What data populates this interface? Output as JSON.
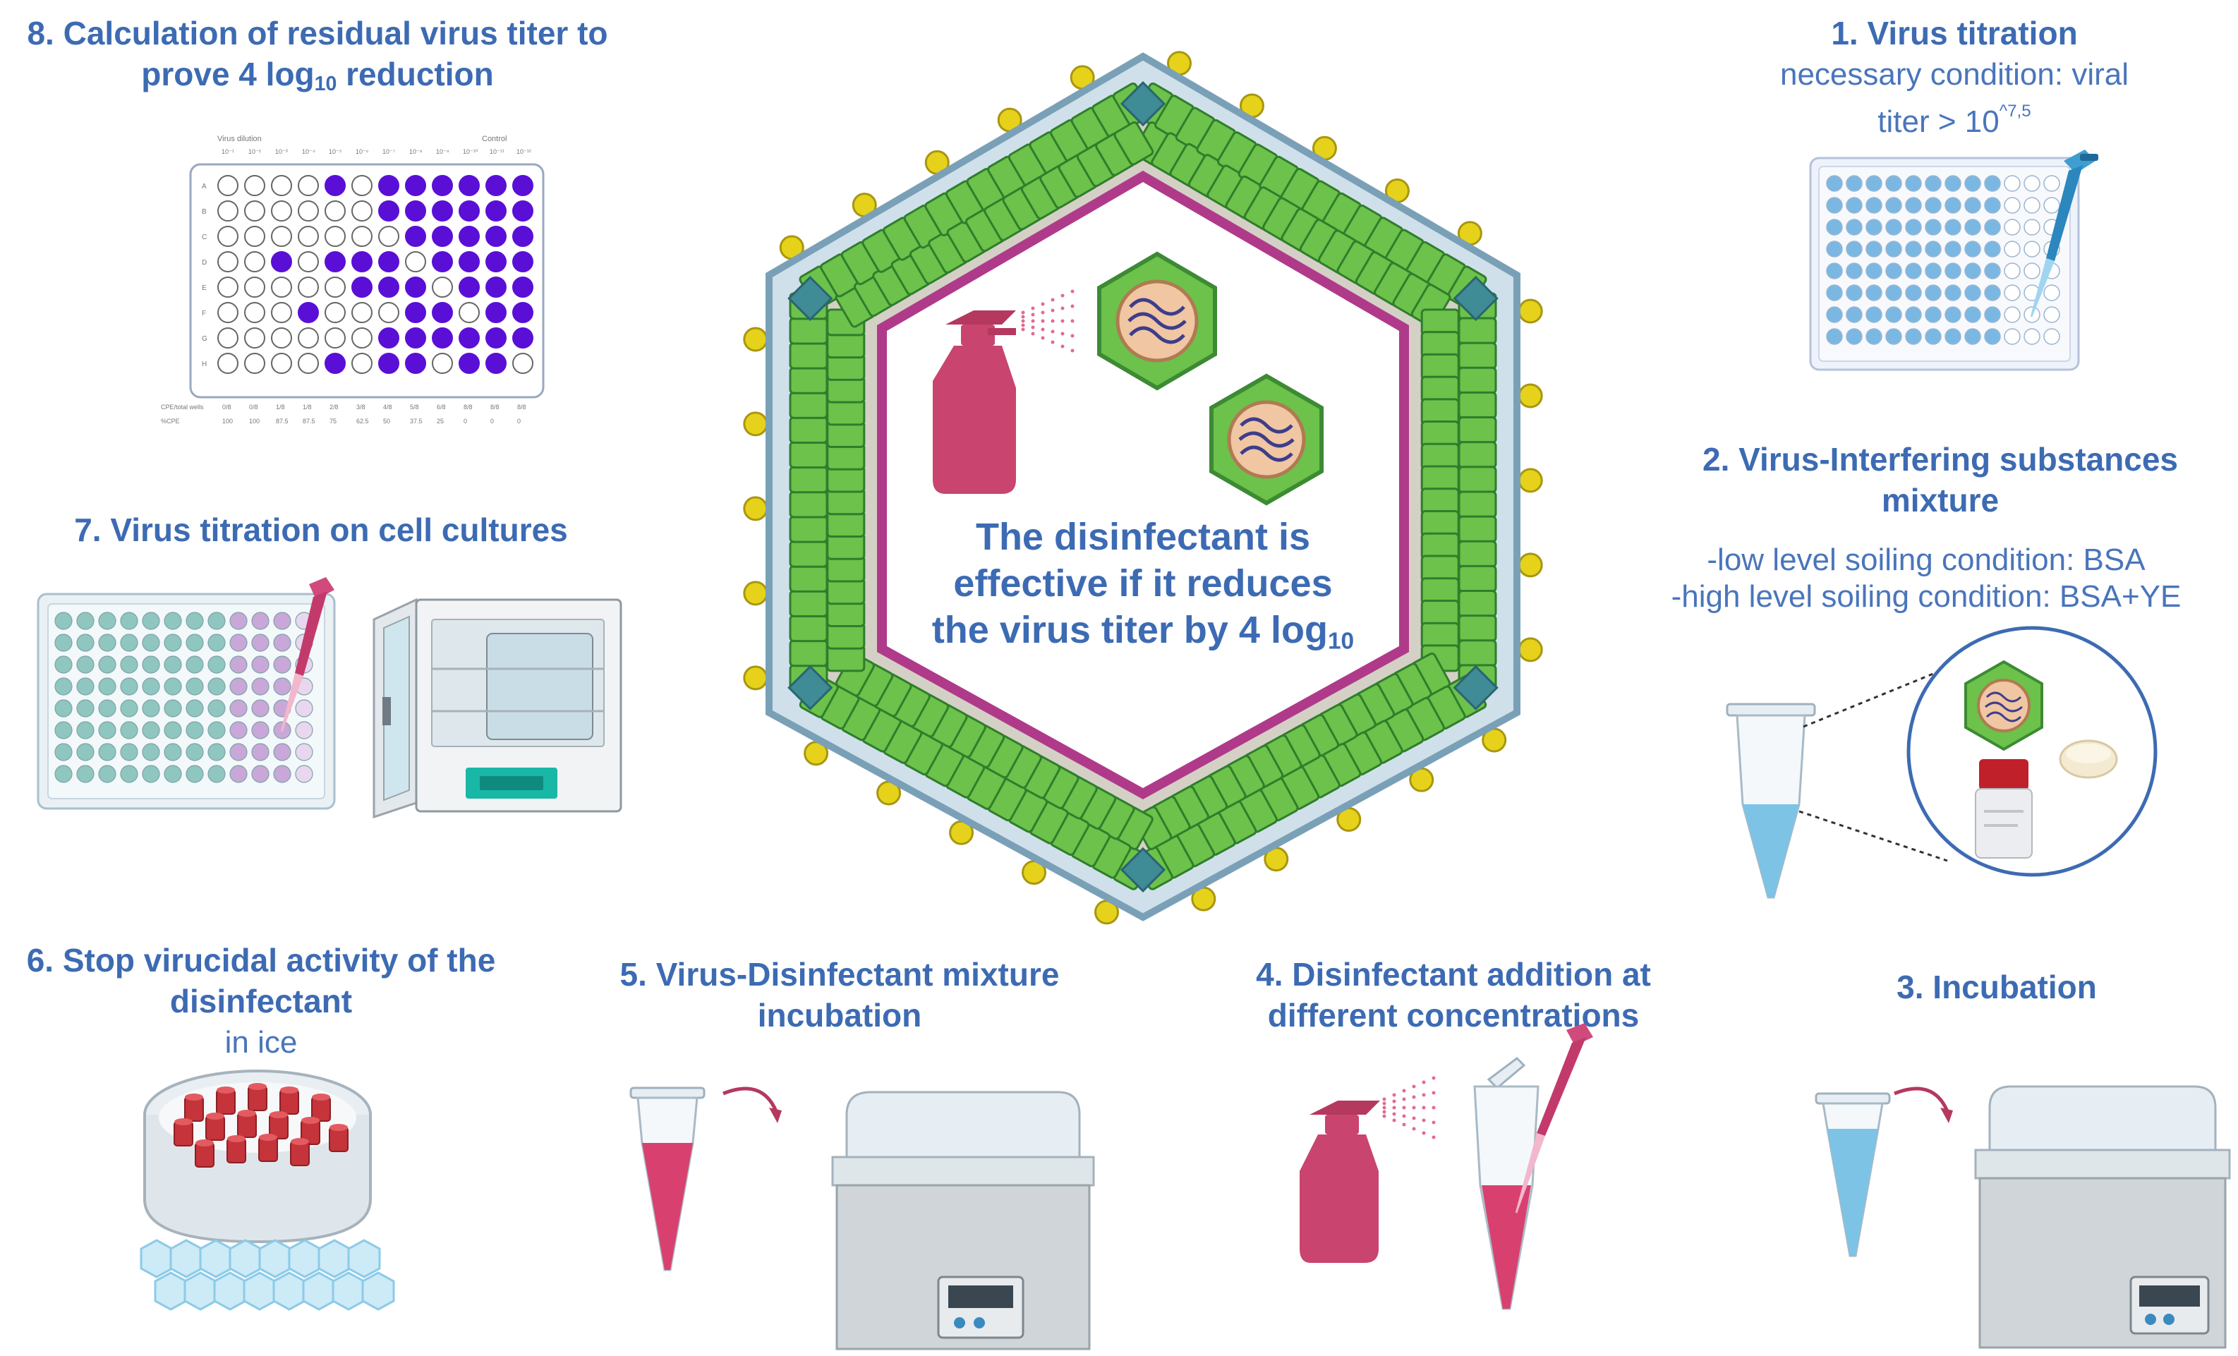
{
  "steps": {
    "s1": {
      "title": "1. Virus titration",
      "sub_line1": "necessary condition: viral",
      "sub_line2": "titer > 10",
      "sub_sup": "^7,5"
    },
    "s2": {
      "title_line1": "2. Virus-Interfering substances",
      "title_line2": "mixture",
      "sub_line1": "-low level soiling condition: BSA",
      "sub_line2": "-high level soiling condition: BSA+YE"
    },
    "s3": {
      "title": "3. Incubation"
    },
    "s4": {
      "title_line1": "4. Disinfectant addition at",
      "title_line2": "different concentrations"
    },
    "s5": {
      "title_line1": "5. Virus-Disinfectant mixture",
      "title_line2": "incubation"
    },
    "s6": {
      "title_line1": "6.  Stop virucidal activity of the",
      "title_line2": "disinfectant",
      "sub": "in ice"
    },
    "s7": {
      "title": "7. Virus titration on cell cultures"
    },
    "s8": {
      "title_line1": "8. Calculation of residual virus titer to",
      "title_line2_pre": "prove 4 log",
      "title_line2_sub": "10",
      "title_line2_post": " reduction"
    }
  },
  "center": {
    "line1": "The disinfectant is",
    "line2": "effective if it reduces",
    "line3_pre": "the virus titer by 4 log",
    "line3_sub": "10"
  },
  "plate8": {
    "header_left": "Virus dilution",
    "header_right": "Control",
    "col_labels": [
      "10⁻¹",
      "10⁻²",
      "10⁻³",
      "10⁻⁴",
      "10⁻⁵",
      "10⁻⁶",
      "10⁻⁷",
      "10⁻⁸",
      "10⁻⁹",
      "10⁻¹⁰",
      "10⁻¹¹",
      "10⁻¹²"
    ],
    "row_labels": [
      "A",
      "B",
      "C",
      "D",
      "E",
      "F",
      "G",
      "H"
    ],
    "footer_row1_label": "CPE/total wells",
    "footer_row2_label": "%CPE",
    "footer_row1": [
      "0/8",
      "0/8",
      "1/8",
      "1/8",
      "2/8",
      "3/8",
      "4/8",
      "5/8",
      "6/8",
      "8/8",
      "8/8",
      "8/8"
    ],
    "footer_row2": [
      "100",
      "100",
      "87.5",
      "87.5",
      "75",
      "62.5",
      "50",
      "37.5",
      "25",
      "0",
      "0",
      "0"
    ],
    "filled": [
      [
        4,
        0
      ],
      [
        6,
        0
      ],
      [
        7,
        0
      ],
      [
        8,
        0
      ],
      [
        9,
        0
      ],
      [
        10,
        0
      ],
      [
        11,
        0
      ],
      [
        6,
        1
      ],
      [
        7,
        1
      ],
      [
        8,
        1
      ],
      [
        9,
        1
      ],
      [
        10,
        1
      ],
      [
        11,
        1
      ],
      [
        7,
        2
      ],
      [
        8,
        2
      ],
      [
        9,
        2
      ],
      [
        10,
        2
      ],
      [
        11,
        2
      ],
      [
        2,
        3
      ],
      [
        4,
        3
      ],
      [
        5,
        3
      ],
      [
        6,
        3
      ],
      [
        8,
        3
      ],
      [
        9,
        3
      ],
      [
        10,
        3
      ],
      [
        11,
        3
      ],
      [
        5,
        4
      ],
      [
        6,
        4
      ],
      [
        7,
        4
      ],
      [
        9,
        4
      ],
      [
        10,
        4
      ],
      [
        11,
        4
      ],
      [
        3,
        5
      ],
      [
        7,
        5
      ],
      [
        8,
        5
      ],
      [
        10,
        5
      ],
      [
        11,
        5
      ],
      [
        6,
        6
      ],
      [
        7,
        6
      ],
      [
        8,
        6
      ],
      [
        9,
        6
      ],
      [
        10,
        6
      ],
      [
        11,
        6
      ],
      [
        4,
        7
      ],
      [
        6,
        7
      ],
      [
        7,
        7
      ],
      [
        9,
        7
      ],
      [
        10,
        7
      ]
    ]
  },
  "colors": {
    "title_blue": "#3d6bb3",
    "well_purple": "#5a0fd6",
    "disinfectant_pink": "#c9446e",
    "capsid_green": "#6cc24a",
    "hexagon_magenta": "#b03a8a",
    "liquid_blue": "#7cc3e6"
  }
}
